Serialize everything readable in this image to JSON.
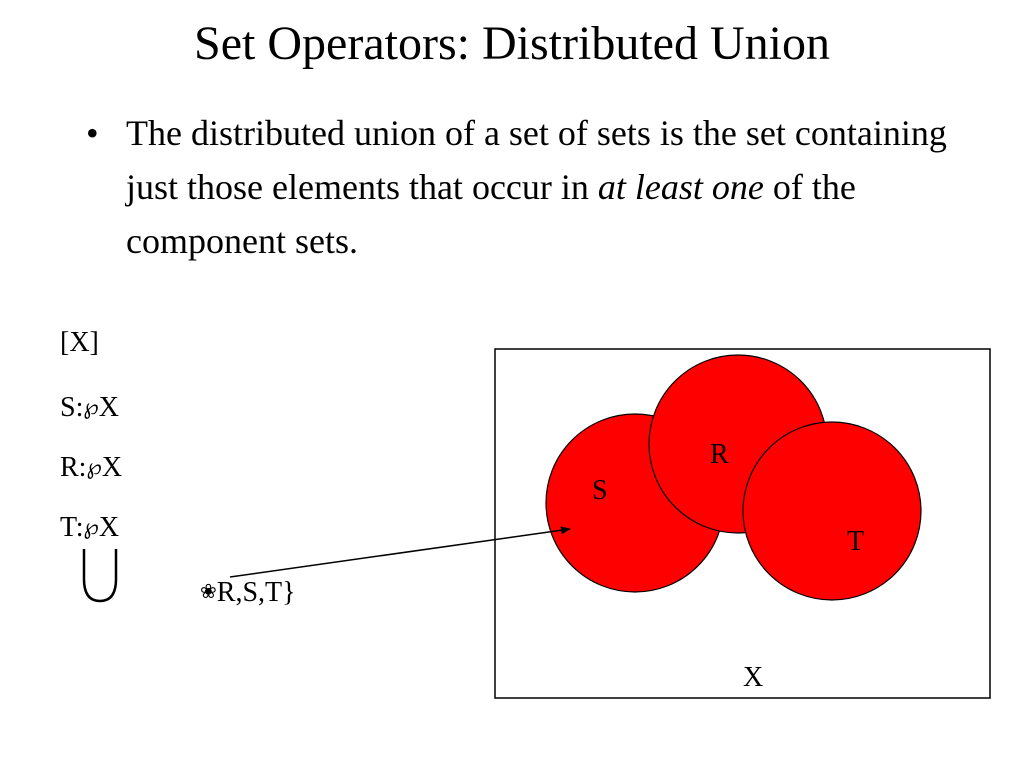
{
  "slide": {
    "title": "Set Operators: Distributed Union",
    "bullet": {
      "part1": "The distributed union of a set of sets is the set containing just those elements that occur in ",
      "emphasis": "at least one",
      "part2": " of the component sets."
    }
  },
  "declarations": [
    {
      "text": "[X]"
    },
    {
      "name": "S:",
      "glyph": "℘",
      "type": "X"
    },
    {
      "name": "R:",
      "glyph": "℘",
      "type": "X"
    },
    {
      "name": "T:",
      "glyph": "℘",
      "type": "X"
    }
  ],
  "expression": {
    "operator_icon": "big-union-icon",
    "flower_glyph": "❀",
    "text": "R,S,T}"
  },
  "diagram": {
    "universe_label": "X",
    "sets": [
      {
        "label": "S",
        "color": "#ff0000"
      },
      {
        "label": "R",
        "color": "#ff0000"
      },
      {
        "label": "T",
        "color": "#ff0000"
      }
    ]
  }
}
